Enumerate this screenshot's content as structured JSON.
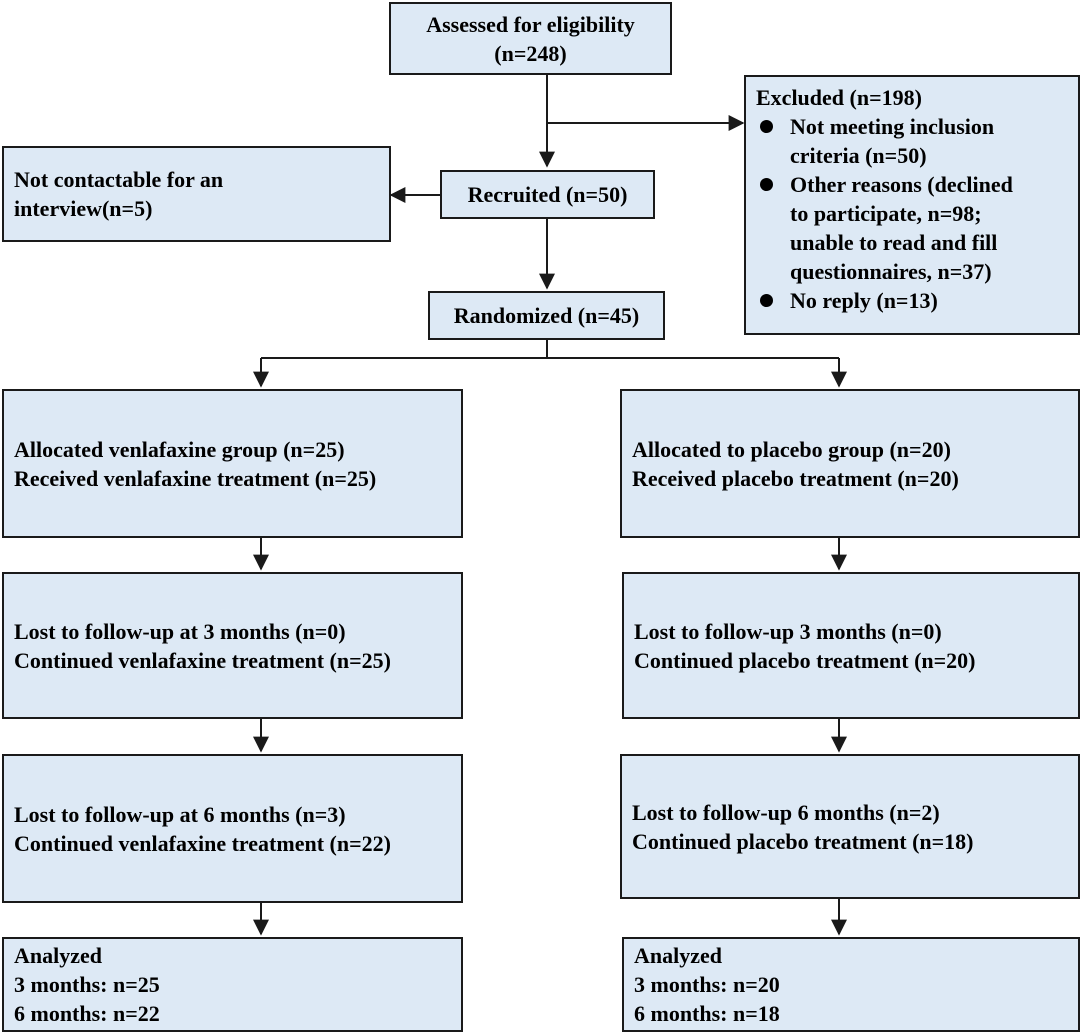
{
  "assessed": {
    "lines": [
      "Assessed for eligibility",
      "(n=248)"
    ]
  },
  "excluded": {
    "title": "Excluded (n=198)",
    "items": [
      {
        "lines": [
          "Not meeting inclusion",
          "criteria (n=50)"
        ]
      },
      {
        "lines": [
          "Other reasons (declined",
          "to participate, n=98;",
          "unable to read and fill",
          "questionnaires, n=37)"
        ]
      },
      {
        "lines": [
          "No reply (n=13)"
        ]
      }
    ]
  },
  "not_contactable": {
    "lines": [
      "Not contactable for an",
      "interview(n=5)"
    ]
  },
  "recruited": {
    "text": "Recruited (n=50)"
  },
  "randomized": {
    "text": "Randomized (n=45)"
  },
  "venlafaxine": {
    "allocated": [
      "Allocated venlafaxine group (n=25)",
      "Received venlafaxine treatment (n=25)"
    ],
    "followup_3m": [
      "Lost to follow-up at 3 months (n=0)",
      "Continued venlafaxine treatment (n=25)"
    ],
    "followup_6m": [
      "Lost to follow-up at 6 months (n=3)",
      "Continued venlafaxine treatment (n=22)"
    ],
    "analyzed": [
      "Analyzed",
      "3 months: n=25",
      "6 months: n=22"
    ]
  },
  "placebo": {
    "allocated": [
      "Allocated to placebo group (n=20)",
      "Received placebo treatment (n=20)"
    ],
    "followup_3m": [
      "Lost to follow-up 3 months (n=0)",
      "Continued placebo treatment (n=20)"
    ],
    "followup_6m": [
      "Lost to follow-up 6 months (n=2)",
      "Continued placebo treatment (n=18)"
    ],
    "analyzed": [
      "Analyzed",
      "3 months: n=20",
      "6 months: n=18"
    ]
  },
  "colors": {
    "box_fill": "#dde9f5",
    "stroke": "#1a1a1a"
  }
}
